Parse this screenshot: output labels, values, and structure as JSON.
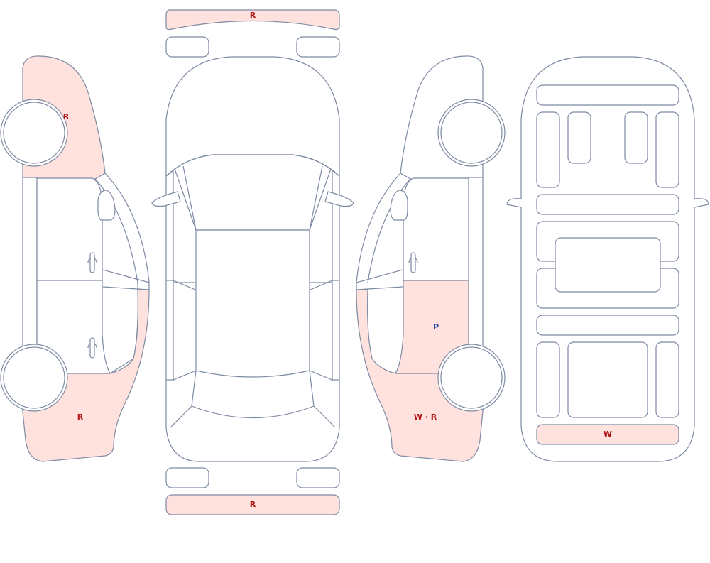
{
  "damage_codes": {
    "roof_front": "R",
    "roof_rear": "R",
    "left_front": "R",
    "left_rear": "R",
    "right_rear_door": "P",
    "right_rear": "W · R",
    "under_rear": "W"
  },
  "colors": {
    "outline": "#7d8aa3",
    "damage_fill": "#ffe1de",
    "label_red": "#b01515",
    "label_blue": "#1844a0"
  }
}
